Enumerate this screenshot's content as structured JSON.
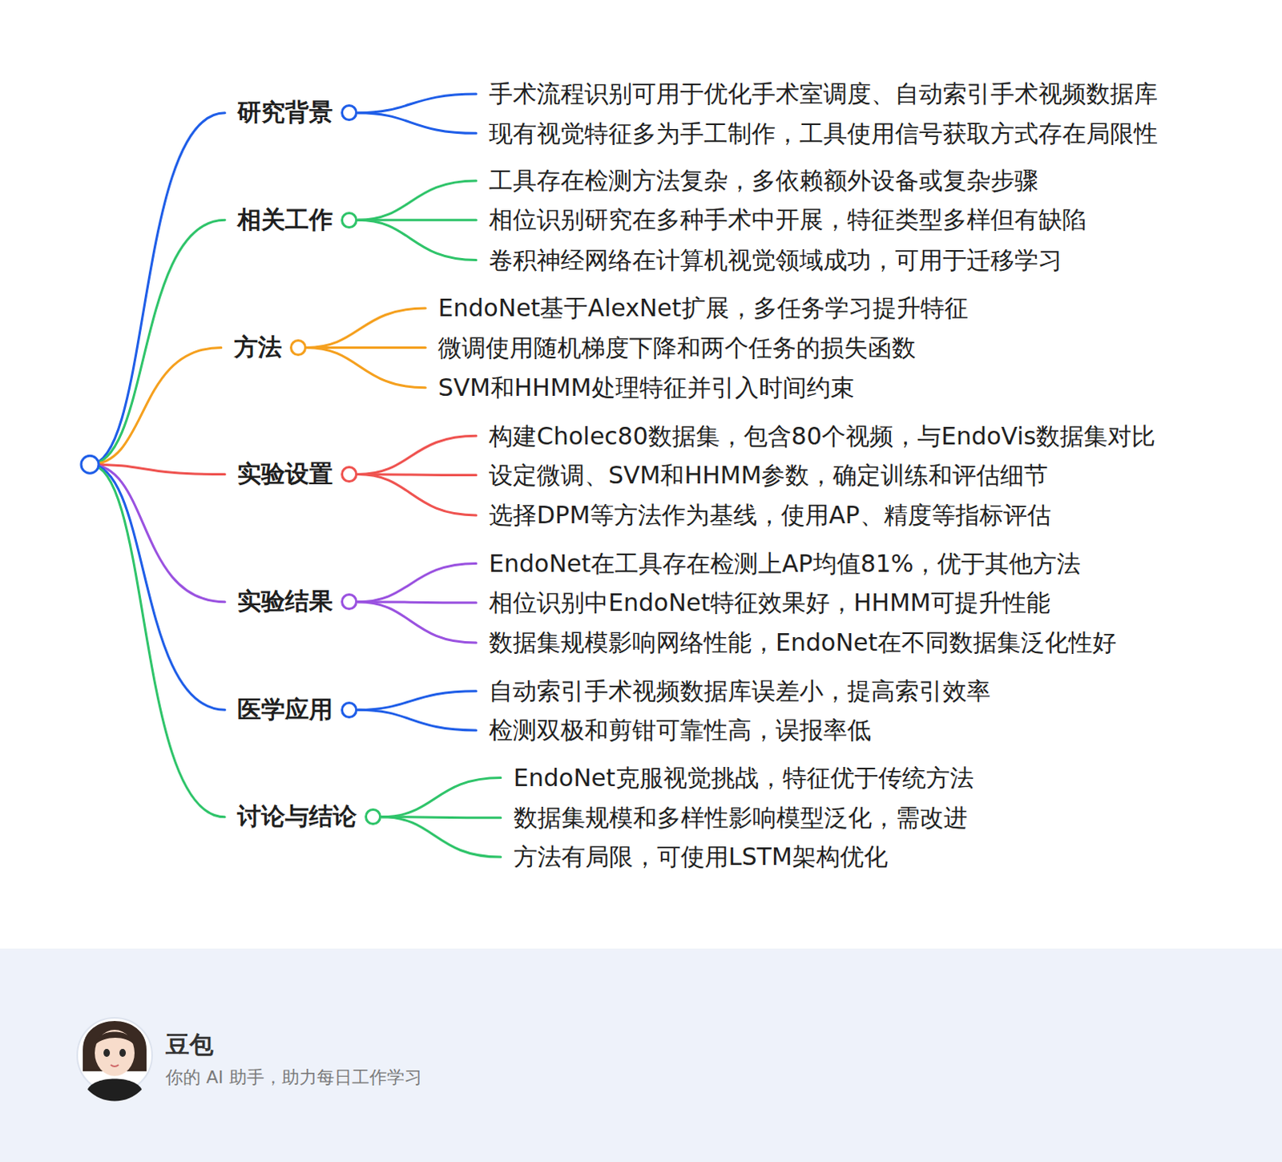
{
  "diagram": {
    "nodes": [
      {
        "text": [
          "研究背景"
        ]
      },
      {
        "text": [
          "手术流程识别可用于优化手术室调度、自动索引手术视频数据库"
        ]
      },
      {
        "text": [
          "现有视觉特征多为手工制作，工具使用信号获取方式存在局限性"
        ]
      },
      {
        "text": [
          "相关工作"
        ]
      },
      {
        "text": [
          "工具存在检测方法复杂，多依赖额外设备或复杂步骤"
        ]
      },
      {
        "text": [
          "相位识别研究在多种手术中开展，特征类型多样但有缺陷"
        ]
      },
      {
        "text": [
          "卷积神经网络在计算机视觉领域成功，可用于迁移学习"
        ]
      },
      {
        "text": [
          "方法"
        ]
      },
      {
        "text": [
          "EndoNet基于AlexNet扩展，多任务学习提升特征"
        ]
      },
      {
        "text": [
          "微调使用随机梯度下降和两个任务的损失函数"
        ]
      },
      {
        "text": [
          "SVM和HHMM处理特征并引入时间约束"
        ]
      },
      {
        "text": [
          "实验设置"
        ]
      },
      {
        "text": [
          "构建Cholec80数据集，包含80个视频，与EndoVis数据集对比"
        ]
      },
      {
        "text": [
          "设定微调、SVM和HHMM参数，确定训练和评估细节"
        ]
      },
      {
        "text": [
          "选择DPM等方法作为基线，使用AP、精度等指标评估"
        ]
      },
      {
        "text": [
          "实验结果"
        ]
      },
      {
        "text": [
          "EndoNet在工具存在检测上AP均值81%，优于其他方法"
        ]
      },
      {
        "text": [
          "相位识别中EndoNet特征效果好，HHMM可提升性能"
        ]
      },
      {
        "text": [
          "数据集规模影响网络性能，EndoNet在不同数据集泛化性好"
        ]
      },
      {
        "text": [
          "医学应用"
        ]
      },
      {
        "text": [
          "自动索引手术视频数据库误差小，提高索引效率"
        ]
      },
      {
        "text": [
          "检测双极和剪钳可靠性高，误报率低"
        ]
      },
      {
        "text": [
          "讨论与结论"
        ]
      },
      {
        "text": [
          "EndoNet克服视觉挑战，特征优于传统方法"
        ]
      },
      {
        "text": [
          "数据集规模和多样性影响模型泛化，需改进"
        ]
      },
      {
        "text": [
          "方法有局限，可使用LSTM架构优化"
        ]
      }
    ],
    "edges": [
      {
        "from": 0,
        "to": 1,
        "arrow": "none"
      },
      {
        "from": 0,
        "to": 2,
        "arrow": "none"
      },
      {
        "from": 3,
        "to": 4,
        "arrow": "none"
      },
      {
        "from": 3,
        "to": 5,
        "arrow": "none"
      },
      {
        "from": 3,
        "to": 6,
        "arrow": "none"
      },
      {
        "from": 7,
        "to": 8,
        "arrow": "none"
      },
      {
        "from": 7,
        "to": 9,
        "arrow": "none"
      },
      {
        "from": 7,
        "to": 10,
        "arrow": "none"
      },
      {
        "from": 11,
        "to": 12,
        "arrow": "none"
      },
      {
        "from": 11,
        "to": 13,
        "arrow": "none"
      },
      {
        "from": 11,
        "to": 14,
        "arrow": "none"
      },
      {
        "from": 15,
        "to": 16,
        "arrow": "none"
      },
      {
        "from": 15,
        "to": 17,
        "arrow": "none"
      },
      {
        "from": 15,
        "to": 18,
        "arrow": "none"
      },
      {
        "from": 19,
        "to": 20,
        "arrow": "none"
      },
      {
        "from": 19,
        "to": 21,
        "arrow": "none"
      },
      {
        "from": 22,
        "to": 23,
        "arrow": "none"
      },
      {
        "from": 22,
        "to": 24,
        "arrow": "none"
      },
      {
        "from": 22,
        "to": 25,
        "arrow": "none"
      }
    ],
    "labels": [
      "豆包",
      "你的 AI 助手，助力每日工作学习"
    ]
  }
}
